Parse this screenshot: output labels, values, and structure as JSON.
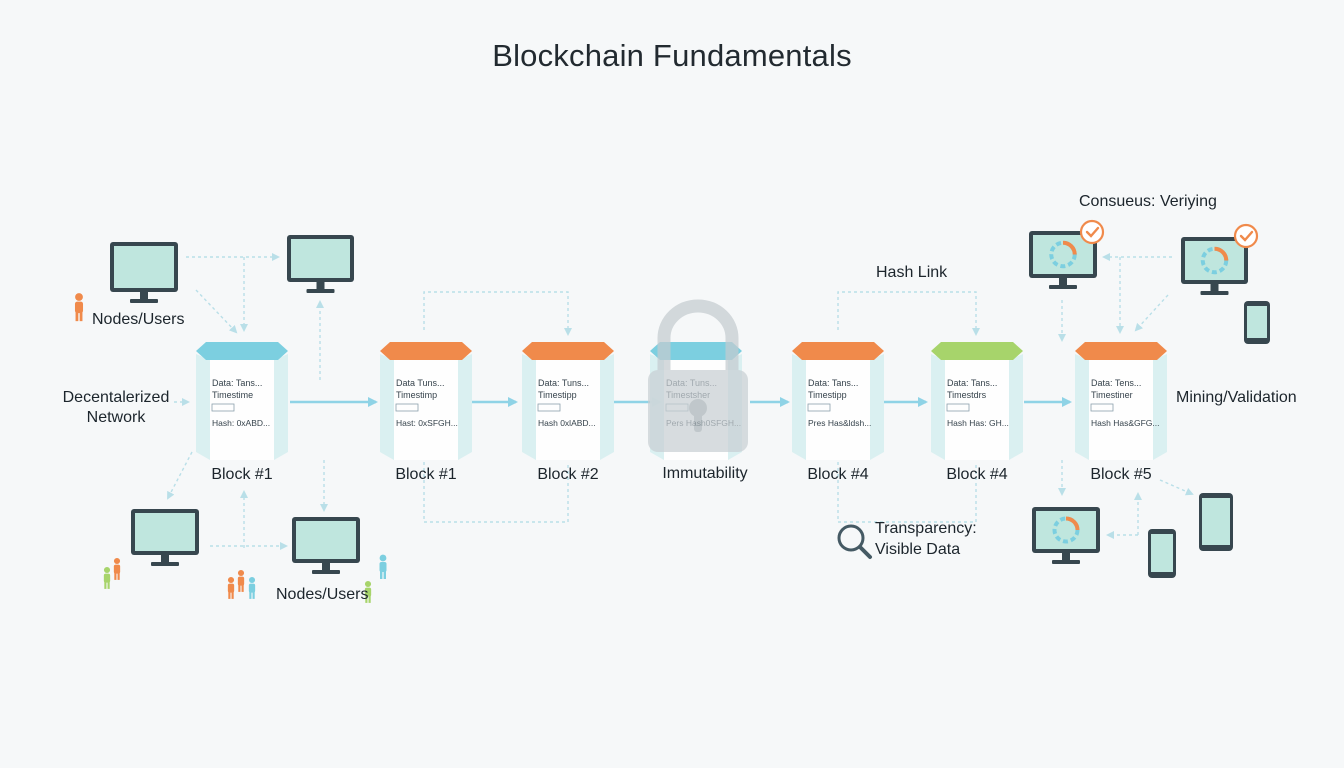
{
  "title": "Blockchain Fundamentals",
  "labels": {
    "nodes_users_top": "Nodes/Users",
    "nodes_users_bottom": "Nodes/Users",
    "decentralized_network": "Decentalerized\nNetwork",
    "hash_link": "Hash Link",
    "consensus": "Consueus: Veriying",
    "mining_validation": "Mining/Validation",
    "transparency": "Transparency:\nVisible Data",
    "immutability": "Immutability"
  },
  "blocks": [
    {
      "label": "Block #1",
      "top_color": "#7ccfe0",
      "data": "Data: Tans...",
      "timestamp": "Timestime",
      "hash": "Hash: 0xABD..."
    },
    {
      "label": "Block #1",
      "top_color": "#f08a4b",
      "data": "Data Tuns...",
      "timestamp": "Timestimp",
      "hash": "Hast: 0xSFGH..."
    },
    {
      "label": "Block #2",
      "top_color": "#f08a4b",
      "data": "Data: Tuns...",
      "timestamp": "Timestipp",
      "hash": "Hash 0xlABD..."
    },
    {
      "label": "",
      "top_color": "#7ccfe0",
      "data": "Data: Tuns...",
      "timestamp": "Timestsher",
      "hash": "Pers Hash0SFGH..."
    },
    {
      "label": "Block #4",
      "top_color": "#f08a4b",
      "data": "Data: Tans...",
      "timestamp": "Timestipp",
      "hash": "Pres Has&ldsh..."
    },
    {
      "label": "Block #4",
      "top_color": "#a7d46b",
      "data": "Data: Tans...",
      "timestamp": "Timestdrs",
      "hash": "Hash Has: GH..."
    },
    {
      "label": "Block #5",
      "top_color": "#f08a4b",
      "data": "Data: Tens...",
      "timestamp": "Timestiner",
      "hash": "Hash Has&GFG..."
    }
  ],
  "colors": {
    "arrow": "#8fd3e6",
    "connector": "#b9dfe8",
    "screen": "#bfe6de",
    "monitor_frame": "#37474f",
    "check": "#f08a4b",
    "ring_a": "#f08a4b",
    "ring_b": "#7ccfe0"
  }
}
